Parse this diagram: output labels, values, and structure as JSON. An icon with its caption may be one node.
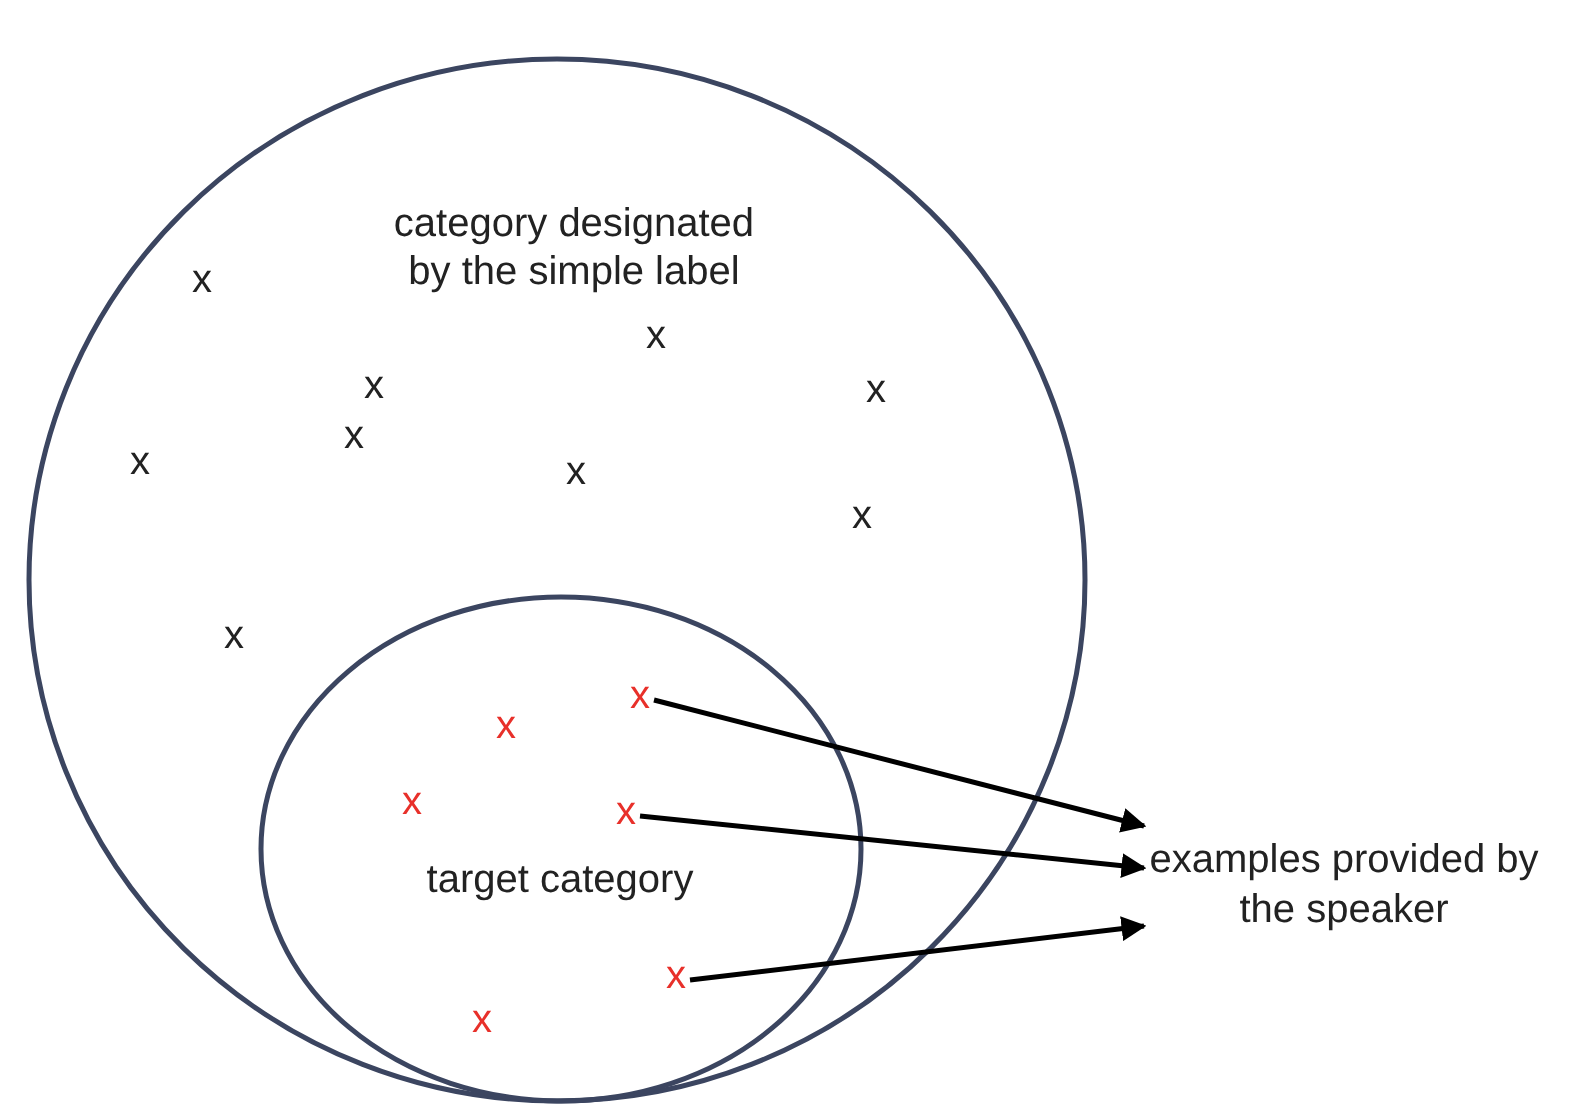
{
  "diagram": {
    "nodes": [
      {
        "text": [
          "category designated by the simple label"
        ]
      },
      {
        "text": [
          "target category"
        ],
        "in": 0
      },
      {
        "text": [
          "examples provided by the speaker"
        ]
      },
      {
        "text": [
          "x"
        ],
        "in": 1
      },
      {
        "text": [
          "x"
        ],
        "in": 1
      },
      {
        "text": [
          "x"
        ],
        "in": 1
      }
    ],
    "edges": [
      {
        "from": 3,
        "to": 2,
        "arrow": "to"
      },
      {
        "from": 4,
        "to": 2,
        "arrow": "to"
      },
      {
        "from": 5,
        "to": 2,
        "arrow": "to"
      }
    ],
    "labels": [
      "x",
      "x",
      "x",
      "x",
      "x",
      "x",
      "x",
      "x",
      "x",
      "x",
      "x",
      "x"
    ]
  }
}
